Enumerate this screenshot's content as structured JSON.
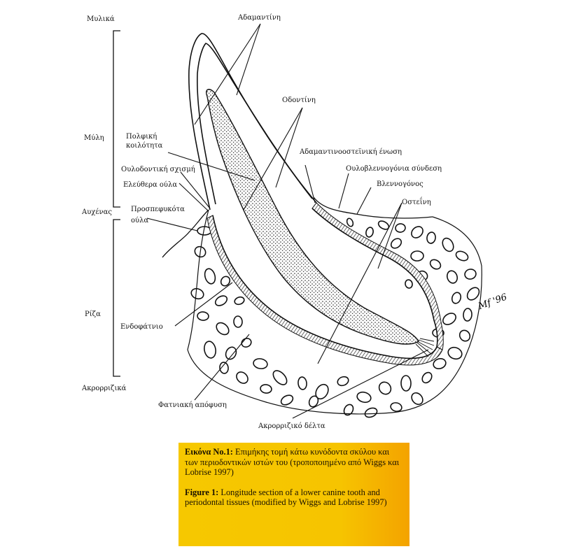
{
  "left_labels": {
    "mylika": "Μυλικά",
    "myli": "Μύλη",
    "afchenas": "Αυχένας",
    "riza": "Ρίζα",
    "akrorrizika": "Ακρορριζικά"
  },
  "labels": {
    "adamantini": "Αδαμαντίνη",
    "odontini": "Οδοντίνη",
    "polfiki_line1": "Πολφική",
    "polfiki_line2": "κοιλότητα",
    "oulodontiki_schismi": "Ουλοδοντική σχισμή",
    "eleuthera_oula": "Ελεύθερα ούλα",
    "prospefkota_line1": "Προσπεφυκότα",
    "prospefkota_line2": "ούλα",
    "endofatnio": "Ενδοφάτνιο",
    "fatniaki_apofysi": "Φατνιακή απόφυση",
    "akrorriziko_delta": "Ακρορριζικό δέλτα",
    "adamantinoosteinik_enosi": "Αδαμαντινοοστεϊνική ένωση",
    "oulovlennogonia_syndesi": "Ουλοβλεννογόνια σύνδεση",
    "vlennogonos": "Βλεννογόνος",
    "osteini": "Οστεΐνη"
  },
  "caption": {
    "greek_label": "Εικόνα Νο.1:",
    "greek_text": " Επιμήκης τομή κάτω κυνόδοντα σκύλου και των περιοδοντικών ιστών του (τροποποιημένο από Wiggs και Lobrise 1997)",
    "english_label": "Figure 1:",
    "english_text": " Longitude section of a lower canine tooth and periodontal tissues (modified by Wiggs and Lobrise 1997)"
  },
  "colors": {
    "caption_bg": "#f6c800",
    "caption_bg_end": "#f4a300",
    "ink": "#111111"
  }
}
